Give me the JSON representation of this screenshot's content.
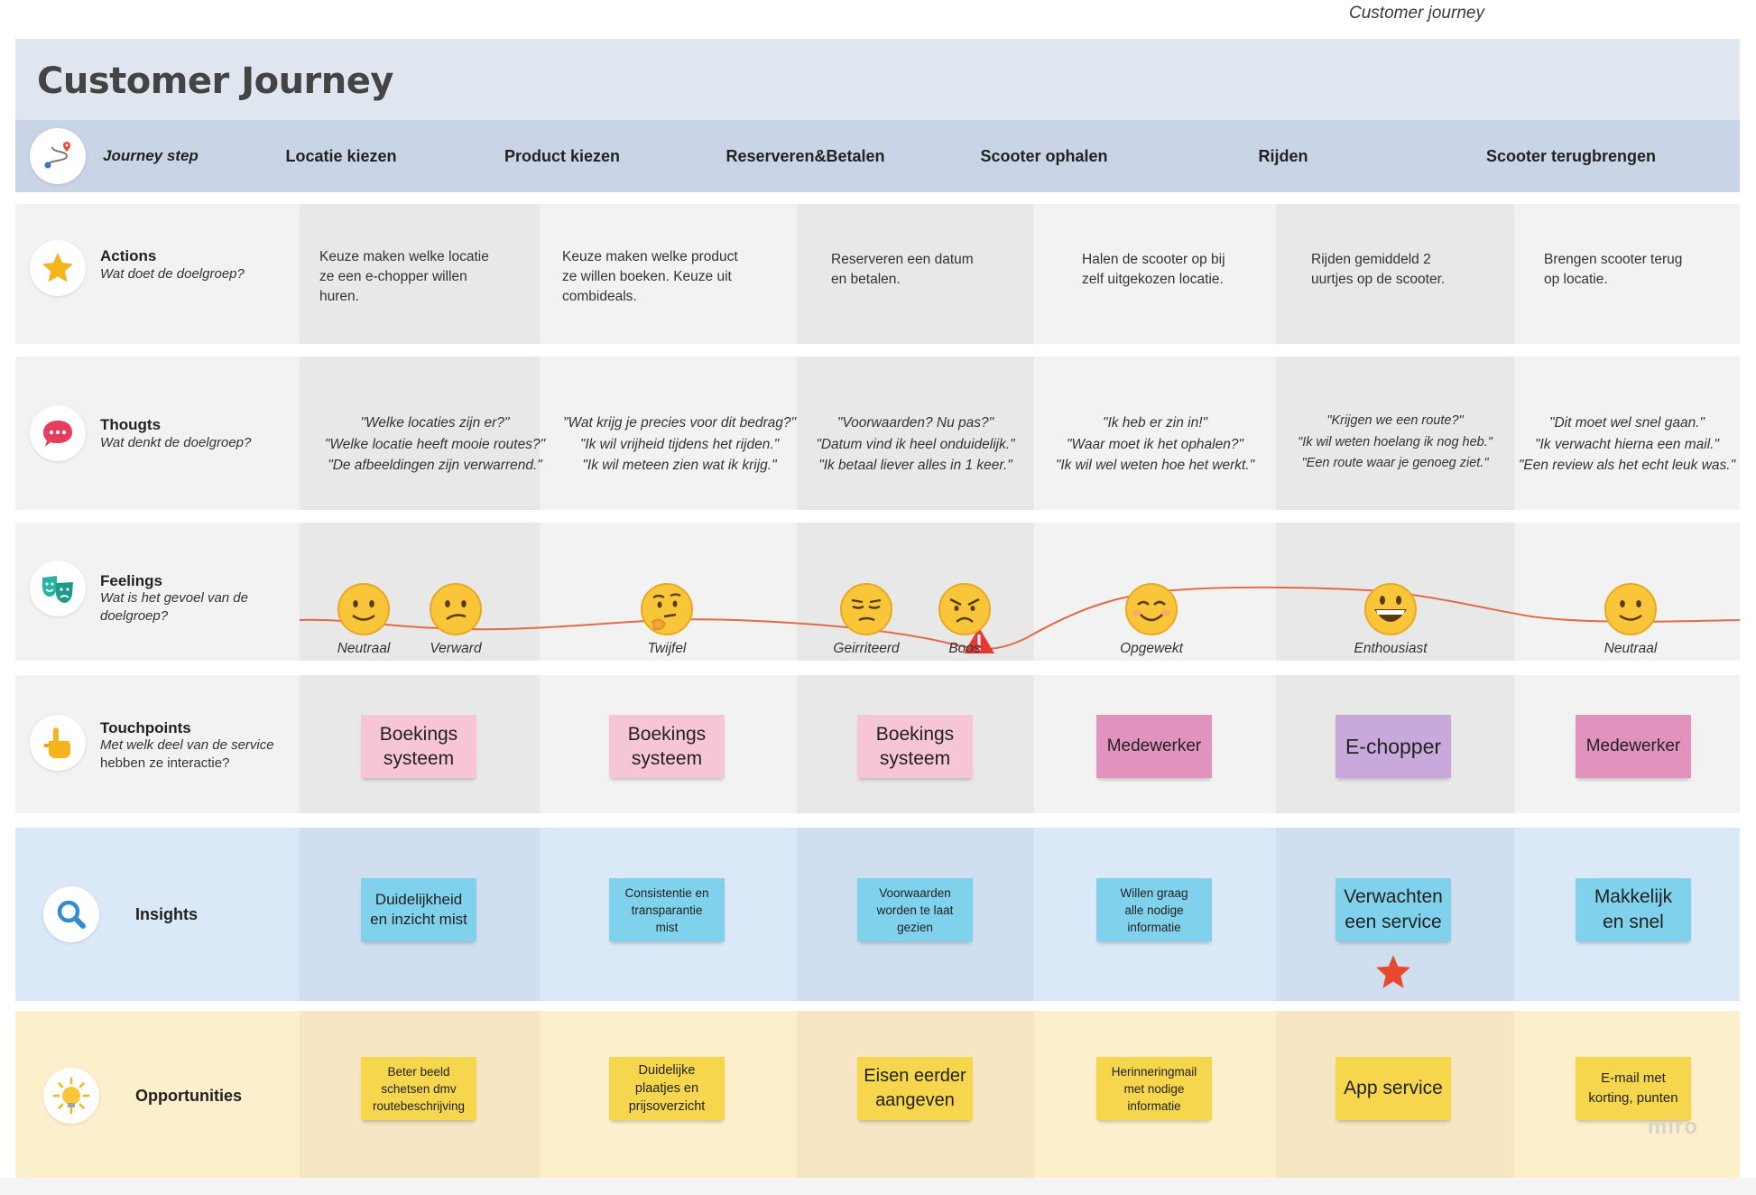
{
  "caption": "Customer journey",
  "title": "Customer Journey",
  "header": {
    "label": "Journey step",
    "steps": [
      "Locatie kiezen",
      "Product kiezen",
      "Reserveren&Betalen",
      "Scooter ophalen",
      "Rijden",
      "Scooter terugbrengen"
    ]
  },
  "actions": {
    "label": "Actions",
    "sub": "Wat doet de doelgroep?",
    "cells": [
      [
        "Keuze maken welke locatie",
        "ze een e-chopper willen",
        "huren."
      ],
      [
        "Keuze maken welke product",
        "ze willen boeken. Keuze uit",
        "combideals."
      ],
      [
        "Reserveren een datum",
        "en betalen."
      ],
      [
        "Halen de scooter op bij",
        "zelf uitgekozen locatie."
      ],
      [
        "Rijden gemiddeld 2",
        "uurtjes op de scooter."
      ],
      [
        "Brengen scooter terug",
        "op locatie."
      ]
    ]
  },
  "thoughts": {
    "label": "Thougts",
    "sub": "Wat denkt de doelgroep?",
    "cells": [
      [
        "\"Welke locaties zijn er?\"",
        "\"Welke locatie heeft mooie routes?\"",
        "\"De afbeeldingen zijn verwarrend.\""
      ],
      [
        "\"Wat krijg je precies voor dit bedrag?\"",
        "\"Ik wil vrijheid tijdens het rijden.\"",
        "\"Ik wil meteen zien wat ik krijg.\""
      ],
      [
        "\"Voorwaarden? Nu pas?\"",
        "\"Datum vind ik heel onduidelijk.\"",
        "\"Ik betaal liever alles in 1 keer.\""
      ],
      [
        "\"Ik heb er zin in!\"",
        "\"Waar moet ik het ophalen?\"",
        "\"Ik wil wel weten hoe het werkt.\""
      ],
      [
        "\"Krijgen we een route?\"",
        "\"Ik wil weten hoelang ik nog heb.\"",
        "\"Een route waar je genoeg ziet.\""
      ],
      [
        "\"Dit moet wel snel gaan.\"",
        "\"Ik verwacht hierna een mail.\"",
        "\"Een review als het echt leuk was.\""
      ]
    ]
  },
  "feelings": {
    "label": "Feelings",
    "sub": [
      "Wat is het gevoel van de",
      "doelgroep?"
    ],
    "emotions": [
      "Neutraal",
      "Verward",
      "Twijfel",
      "Geirriteerd",
      "Boos",
      "Opgewekt",
      "Enthousiast",
      "Neutraal"
    ]
  },
  "touchpoints": {
    "label": "Touchpoints",
    "sub": [
      "Met welk deel van de service",
      "hebben ze interactie?"
    ],
    "notes": [
      [
        "Boekings",
        "systeem"
      ],
      [
        "Boekings",
        "systeem"
      ],
      [
        "Boekings",
        "systeem"
      ],
      [
        "Medewerker"
      ],
      [
        "E-chopper"
      ],
      [
        "Medewerker"
      ]
    ]
  },
  "insights": {
    "label": "Insights",
    "notes": [
      [
        "Duidelijkheid",
        "en inzicht mist"
      ],
      [
        "Consistentie en",
        "transparantie",
        "mist"
      ],
      [
        "Voorwaarden",
        "worden te laat",
        "gezien"
      ],
      [
        "Willen graag",
        "alle nodige",
        "informatie"
      ],
      [
        "Verwachten",
        "een service"
      ],
      [
        "Makkelijk",
        "en snel"
      ]
    ]
  },
  "opportunities": {
    "label": "Opportunities",
    "notes": [
      [
        "Beter beeld",
        "schetsen dmv",
        "routebeschrijving"
      ],
      [
        "Duidelijke",
        "plaatjes en",
        "prijsoverzicht"
      ],
      [
        "Eisen eerder",
        "aangeven"
      ],
      [
        "Herinneringmail",
        "met nodige",
        "informatie"
      ],
      [
        "App service"
      ],
      [
        "E-mail met",
        "korting, punten"
      ]
    ]
  },
  "watermark": "miro",
  "colors": {
    "title_band": "#dfe6ef",
    "header_band": "#c9d5e6",
    "row_grey": "#f2f2f2",
    "col_shade_grey": "#e8e8e8",
    "insights_bg": "#dbe8f7",
    "insights_shade": "#d0dff0",
    "opportunities_bg": "#fcf0cc",
    "opportunities_shade": "#f6e6c4",
    "emotion_line": "#e06b4a"
  }
}
